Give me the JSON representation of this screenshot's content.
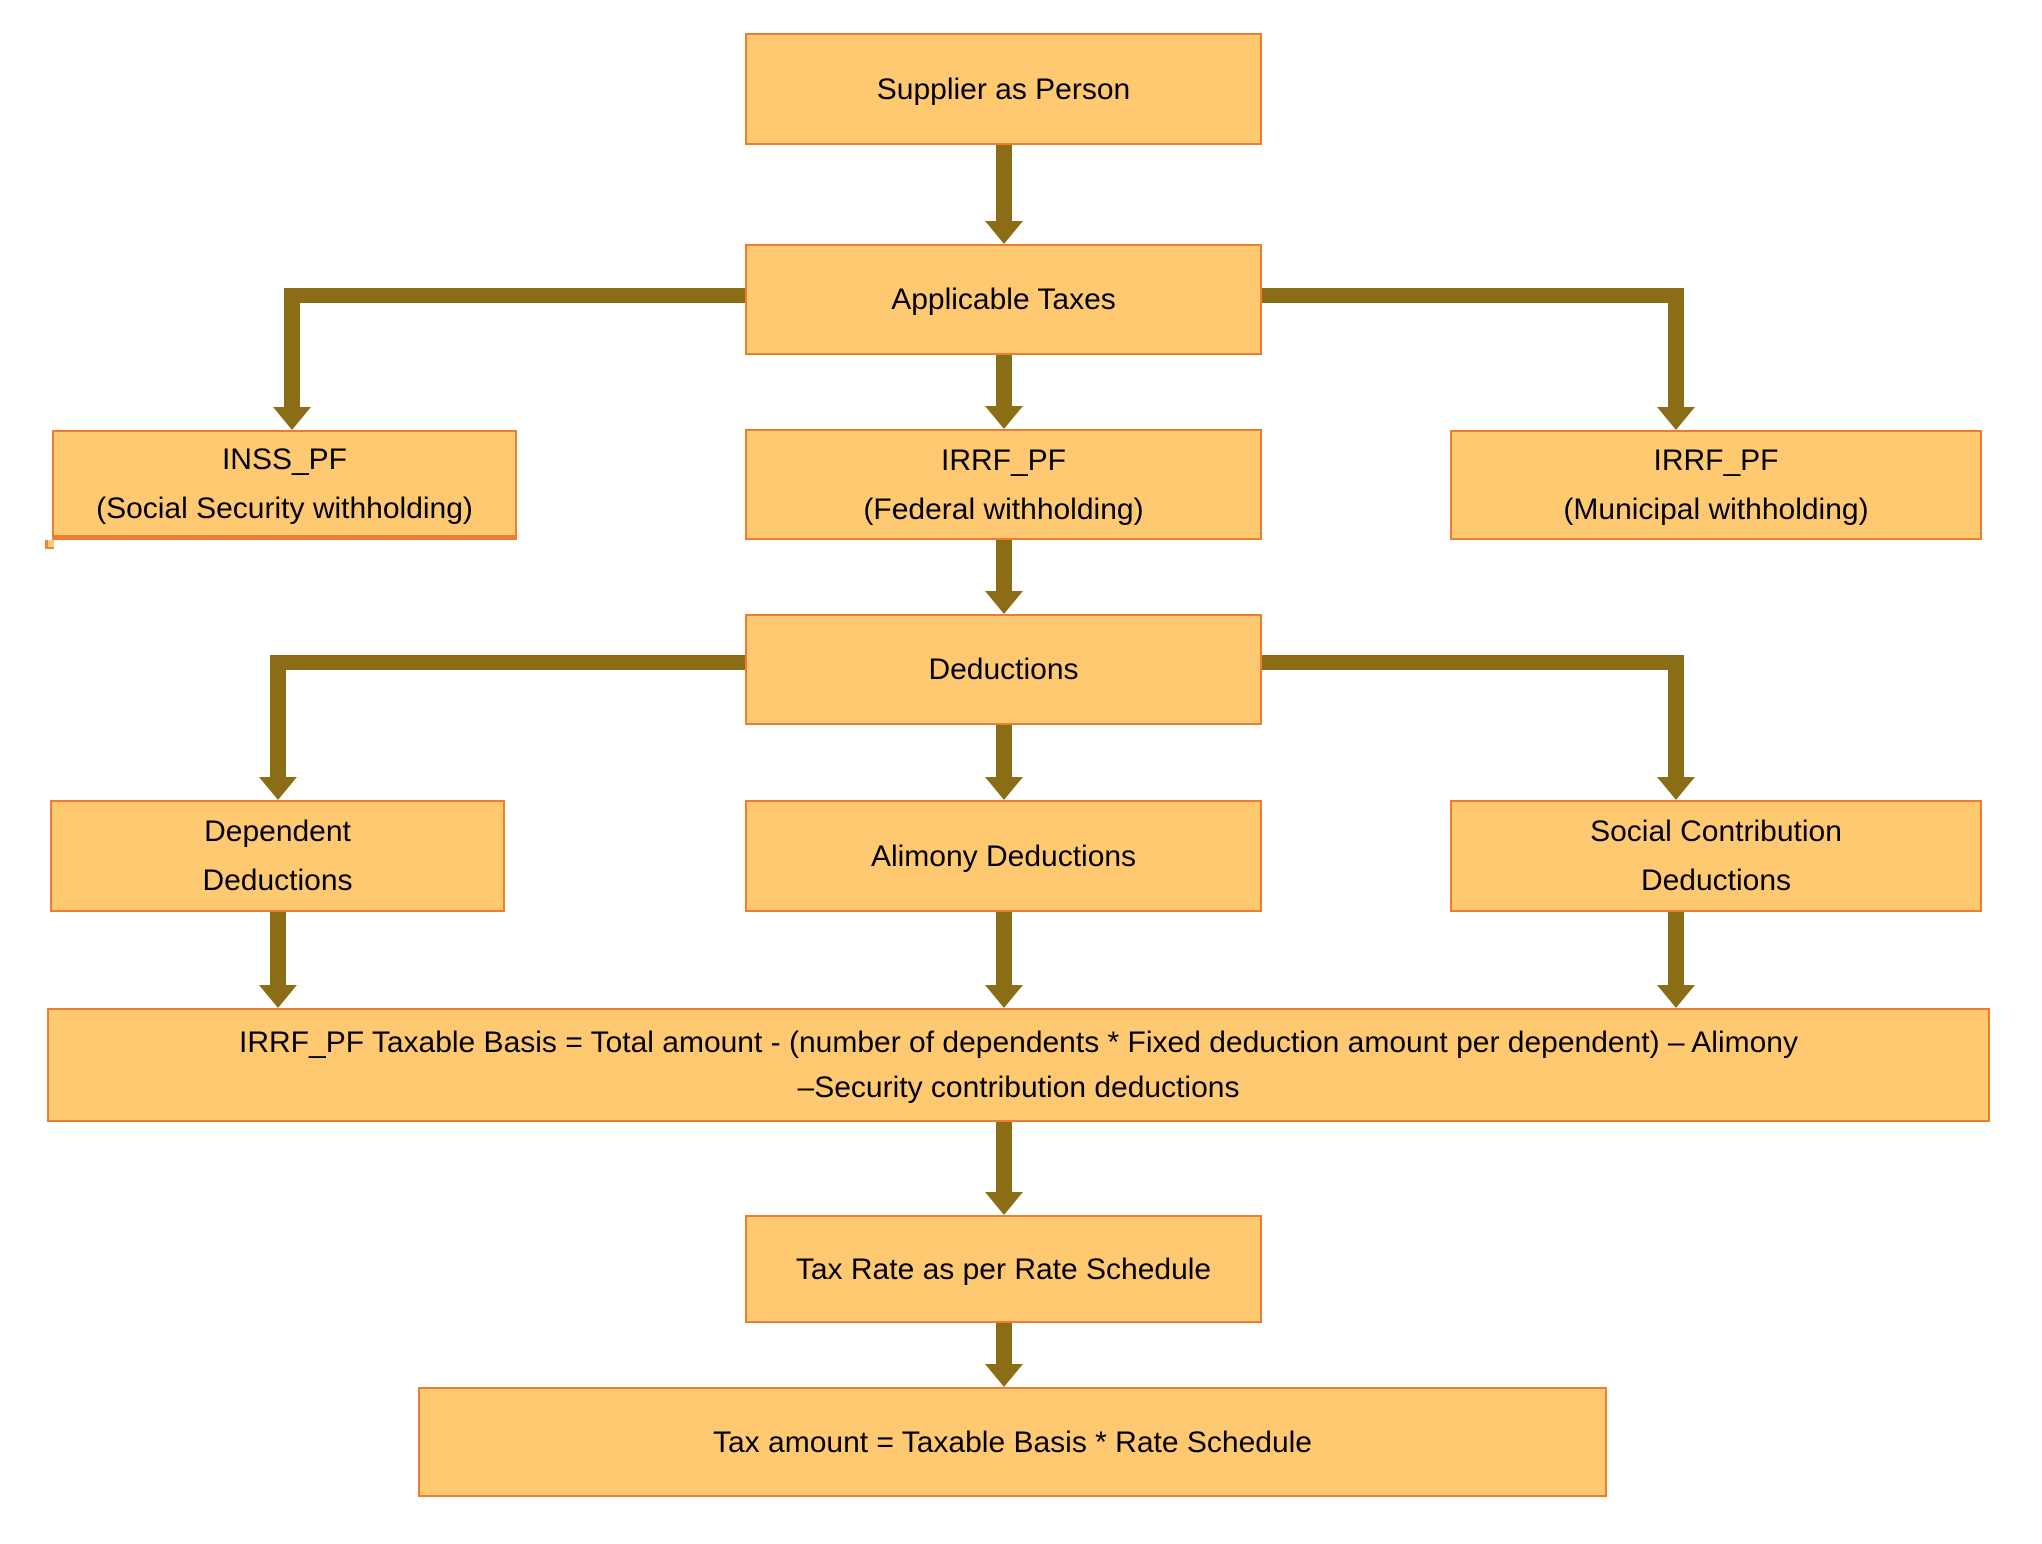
{
  "colors": {
    "box_fill": "#FFC971",
    "box_border": "#ED7D31",
    "arrow": "#8A6D14",
    "text": "#000000",
    "background": "#FFFFFF"
  },
  "nodes": {
    "supplier": {
      "label": "Supplier as Person"
    },
    "applicable_taxes": {
      "label": "Applicable Taxes"
    },
    "inss_pf": {
      "line1": "INSS_PF",
      "line2": "(Social Security withholding)"
    },
    "irrf_pf_federal": {
      "line1": "IRRF_PF",
      "line2": "(Federal withholding)"
    },
    "irrf_pf_municipal": {
      "line1": "IRRF_PF",
      "line2": "(Municipal withholding)"
    },
    "deductions": {
      "label": "Deductions"
    },
    "dependent_deductions": {
      "line1": "Dependent",
      "line2": "Deductions"
    },
    "alimony_deductions": {
      "label": "Alimony Deductions"
    },
    "social_contribution_deductions": {
      "line1": "Social Contribution",
      "line2": "Deductions"
    },
    "taxable_basis": {
      "line1": "IRRF_PF Taxable Basis = Total amount - (number of dependents * Fixed deduction amount per dependent) – Alimony",
      "line2": "–Security contribution deductions"
    },
    "tax_rate": {
      "label": "Tax Rate as per Rate Schedule"
    },
    "tax_amount": {
      "label": "Tax amount = Taxable Basis * Rate Schedule"
    }
  },
  "edges": [
    {
      "from": "supplier",
      "to": "applicable_taxes"
    },
    {
      "from": "applicable_taxes",
      "to": "inss_pf"
    },
    {
      "from": "applicable_taxes",
      "to": "irrf_pf_federal"
    },
    {
      "from": "applicable_taxes",
      "to": "irrf_pf_municipal"
    },
    {
      "from": "irrf_pf_federal",
      "to": "deductions"
    },
    {
      "from": "deductions",
      "to": "dependent_deductions"
    },
    {
      "from": "deductions",
      "to": "alimony_deductions"
    },
    {
      "from": "deductions",
      "to": "social_contribution_deductions"
    },
    {
      "from": "dependent_deductions",
      "to": "taxable_basis"
    },
    {
      "from": "alimony_deductions",
      "to": "taxable_basis"
    },
    {
      "from": "social_contribution_deductions",
      "to": "taxable_basis"
    },
    {
      "from": "taxable_basis",
      "to": "tax_rate"
    },
    {
      "from": "tax_rate",
      "to": "tax_amount"
    }
  ]
}
